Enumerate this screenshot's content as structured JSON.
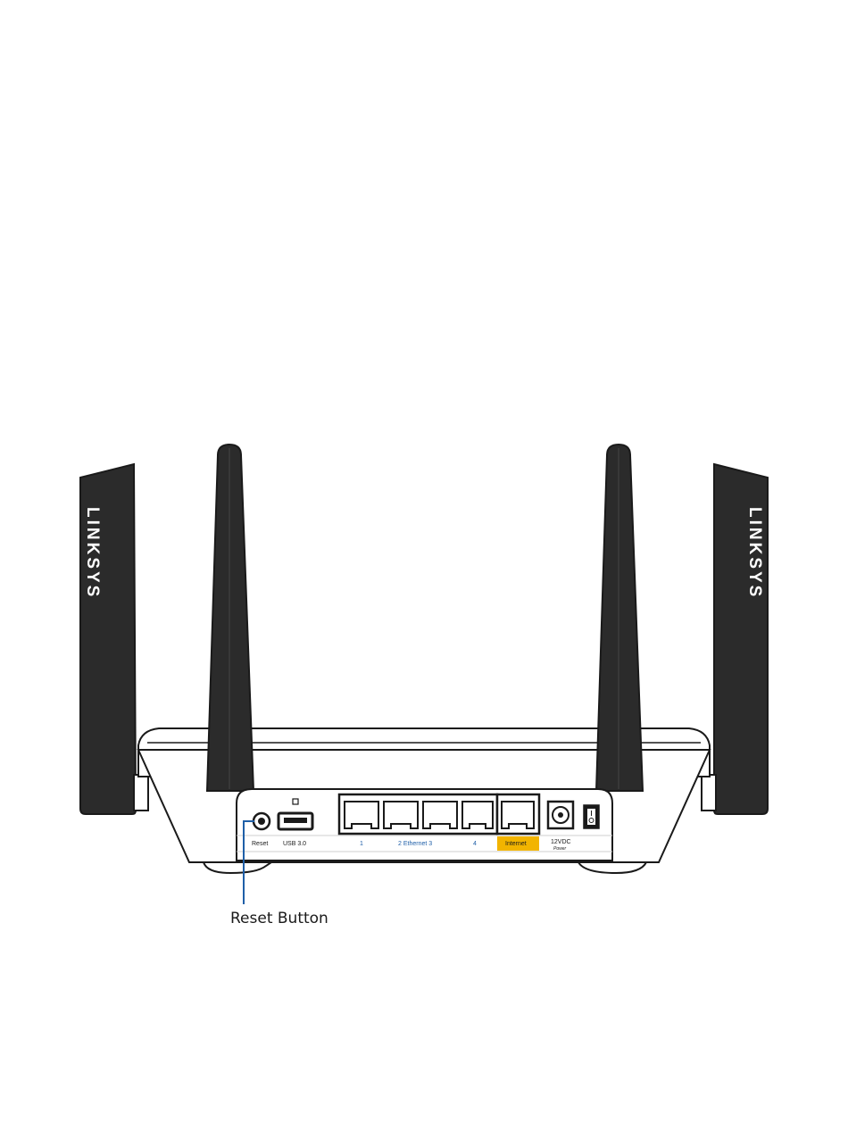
{
  "brand": {
    "logo_text": "LINKSYS"
  },
  "ports": {
    "reset": "Reset",
    "usb": "USB 3.0",
    "eth1": "1",
    "eth23": "2 Ethernet 3",
    "eth4": "4",
    "internet": "Internet",
    "power_top": "12VDC",
    "power_bottom": "Power"
  },
  "callout": {
    "label": "Reset Button"
  },
  "colors": {
    "outline": "#1a1a1a",
    "body_dark": "#2b2b2b",
    "ethernet_blue": "#1f5fa8",
    "internet_yellow": "#f2b400",
    "callout_blue": "#1f5fa8"
  }
}
